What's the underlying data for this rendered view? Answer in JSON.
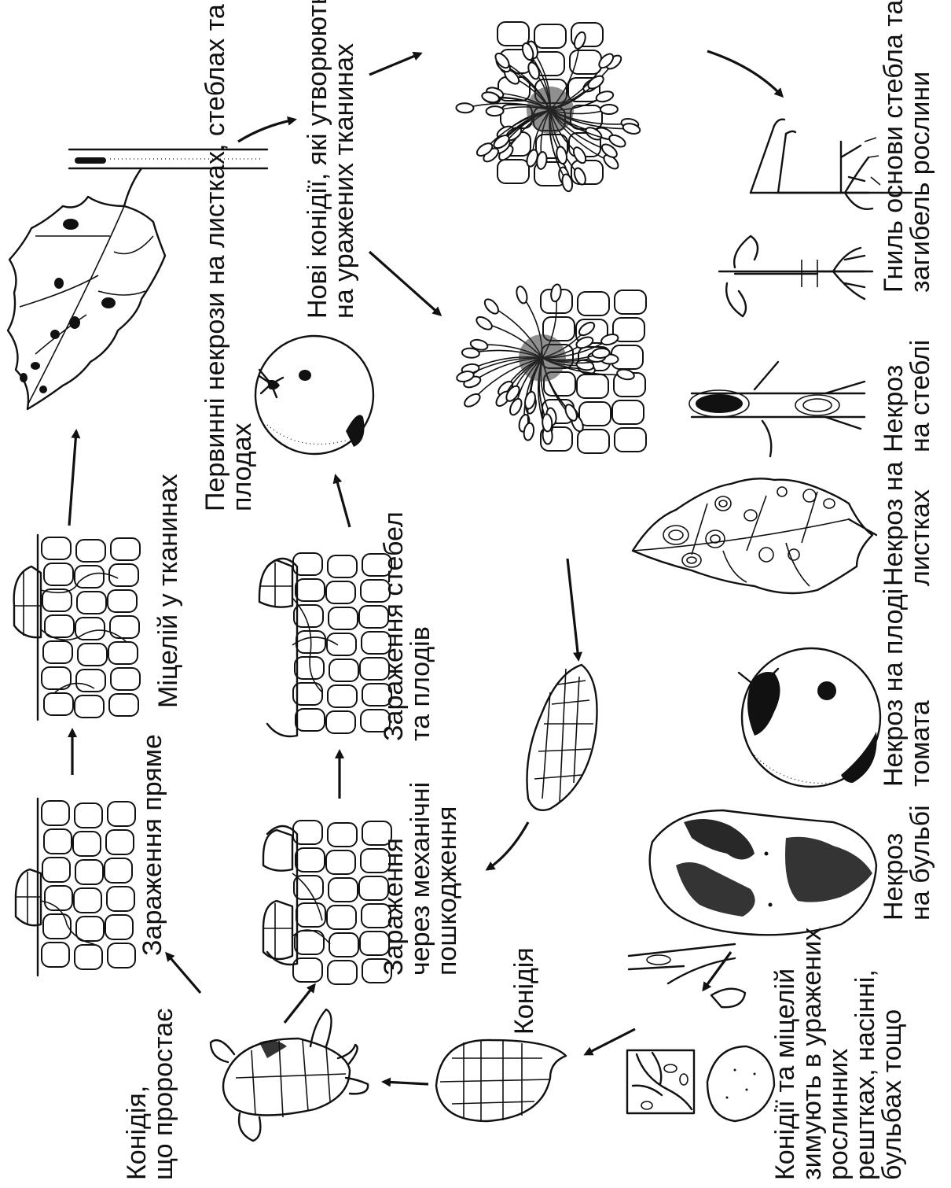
{
  "labels": {
    "conidium_germinating": [
      "Конідія,",
      "що проростає"
    ],
    "direct_infection": [
      "Зараження пряме"
    ],
    "mycelium_in_tissue": [
      "Міцелій у тканинах"
    ],
    "primary_necrosis": [
      "Первинні некрози на листках,  стеблах та",
      "плодах"
    ],
    "new_conidia": [
      "Нові конідії, які утворюються",
      "на уражених тканинах"
    ],
    "stem_base_rot": [
      "Гниль основи стебла та",
      "загибель рослини"
    ],
    "infection_stems_fruits": [
      "Зараження стебел",
      "та плодів"
    ],
    "mechanical_infection": [
      "Зараження",
      "через механічні",
      "пошкодження"
    ],
    "conidium": [
      "Конідія"
    ],
    "overwintering": [
      "Конідії та міцелій",
      "зимують в уражених",
      "рослинних",
      "рештках, насінні,",
      "бульбах тощо"
    ],
    "necrosis_stem": [
      "Некроз",
      "на стеблі"
    ],
    "necrosis_leaves": [
      "Некроз на",
      "листках"
    ],
    "necrosis_tomato": [
      "Некроз на плоді",
      "томата"
    ],
    "necrosis_tuber": [
      "Некроз",
      "на бульбі"
    ]
  }
}
